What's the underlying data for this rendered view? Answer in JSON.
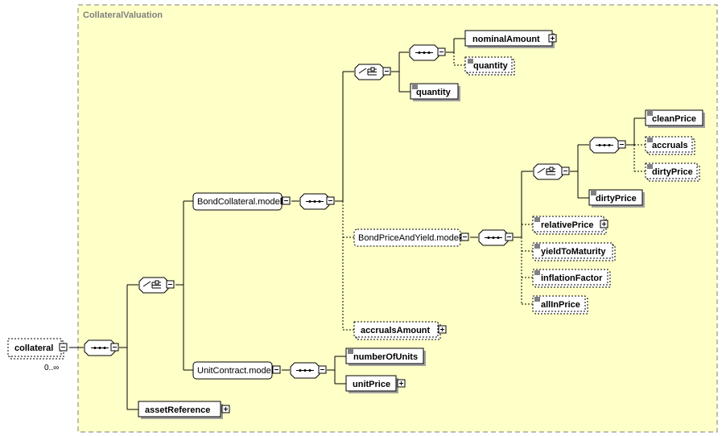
{
  "container": {
    "title": "CollateralValuation"
  },
  "root": {
    "label": "collateral",
    "cardinality": "0..∞"
  },
  "groups": {
    "bond_model": "BondCollateral.model",
    "bpy_model": "BondPriceAndYield.model",
    "unit_model": "UnitContract.model"
  },
  "elements": {
    "nominal_amount": "nominalAmount",
    "quantity_optional": "quantity",
    "quantity": "quantity",
    "clean_price": "cleanPrice",
    "accruals": "accruals",
    "dirty_price_optional": "dirtyPrice",
    "dirty_price": "dirtyPrice",
    "relative_price": "relativePrice",
    "yield_to_maturity": "yieldToMaturity",
    "inflation_factor": "inflationFactor",
    "all_in_price": "allInPrice",
    "accruals_amount": "accrualsAmount",
    "number_of_units": "numberOfUnits",
    "unit_price": "unitPrice",
    "asset_reference": "assetReference"
  },
  "colors": {
    "container_fill": "#ffffc8",
    "container_border": "#7f7f7f",
    "box_fill": "#ffffff",
    "shadow": "#a0a0a0"
  }
}
